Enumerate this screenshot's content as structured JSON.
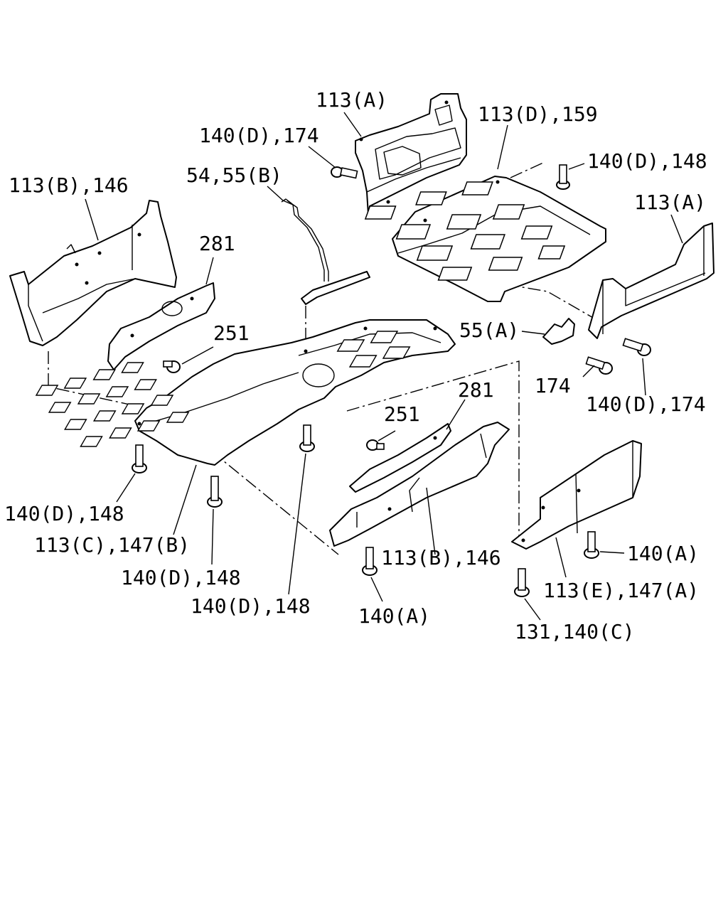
{
  "callouts": {
    "c1": "113(A)",
    "c2": "140(D),174",
    "c3": "113(D),159",
    "c4": "140(D),148",
    "c5": "113(B),146",
    "c6": "54,55(B)",
    "c7": "281",
    "c8": "113(A)",
    "c9": "251",
    "c10": "55(A)",
    "c11": "174",
    "c12": "140(D),174",
    "c13": "281",
    "c14": "251",
    "c15": "140(D),148",
    "c16": "113(C),147(B)",
    "c17": "140(D),148",
    "c18": "113(B),146",
    "c19": "140(A)",
    "c20": "140(D),148",
    "c21": "140(A)",
    "c22": "113(E),147(A)",
    "c23": "131,140(C)"
  }
}
